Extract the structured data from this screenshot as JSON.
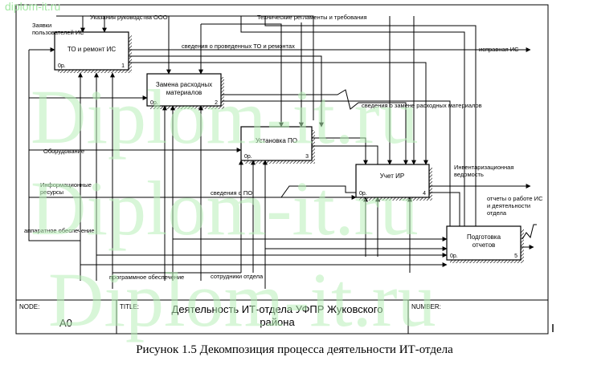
{
  "watermark": {
    "site_small": "diplom-it.ru",
    "site_big": "Diplom-it.ru"
  },
  "diagram": {
    "blocks": [
      {
        "name": "ТО и ремонт ИС",
        "cost": "0р.",
        "number": "1"
      },
      {
        "name_line1": "Замена расходных",
        "name_line2": "материалов",
        "cost": "0р.",
        "number": "2"
      },
      {
        "name": "Установка ПО",
        "cost": "0р.",
        "number": "3"
      },
      {
        "name": "Учет ИР",
        "cost": "0р.",
        "number": "4"
      },
      {
        "name_line1": "Подготовка",
        "name_line2": "отчетов",
        "cost": "0р.",
        "number": "5"
      }
    ],
    "labels": {
      "zayavki_1": "Заявки",
      "zayavki_2": "пользователей ИС",
      "ukazaniya": "Указания руководства ООО",
      "tech_reglamenty": "Технические регламенты и требования",
      "svedeniya_to": "сведения о проведенных ТО и ремонтах",
      "ispravnaya": "исправная ИС",
      "svedeniya_zamene": "сведения о замене расходных материалов",
      "oborudovanie": "Оборудование",
      "inv_vedomost_1": "Инвентаризационная",
      "inv_vedomost_2": "ведомость",
      "info_resursy_1": "Информационные",
      "info_resursy_2": "ресурсы",
      "svedeniya_po": "сведения о ПО",
      "otchety_1": "отчеты о работе ИС",
      "otchety_2": "и деятельности",
      "otchety_3": "отдела",
      "apparatnoe": "аппаратное обеспечение",
      "programmnoe": "программное обеспечение",
      "sotrudniki": "сотрудники отдела"
    },
    "frame": {
      "node_label": "NODE:",
      "node_value": "A0",
      "title_label": "TITLE:",
      "title_line1": "Деятельность ИТ-отдела  УФПР Жуковского",
      "title_line2": "района",
      "number_label": "NUMBER:"
    }
  },
  "caption": "Рисунок 1.5 Декомпозиция процесса деятельности ИТ-отдела"
}
